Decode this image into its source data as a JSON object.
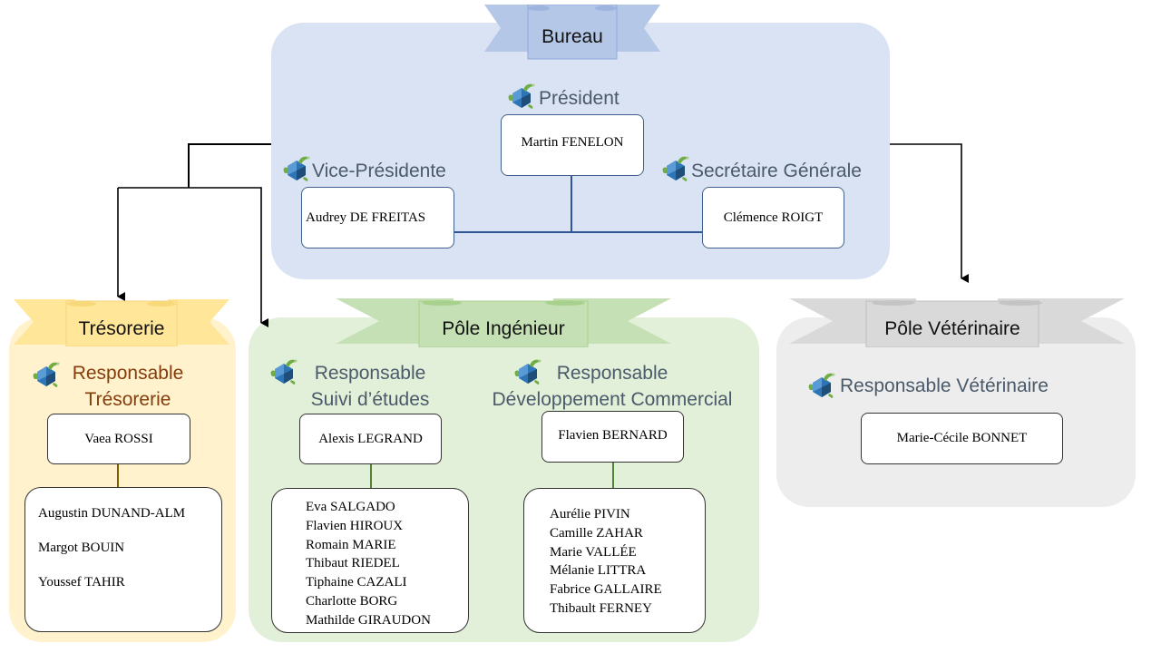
{
  "bureau": {
    "title": "Bureau",
    "president": {
      "role": "Président",
      "name": "Martin FENELON"
    },
    "vice_president": {
      "role": "Vice-Présidente",
      "name": "Audrey  DE FREITAS"
    },
    "secretary": {
      "role": "Secrétaire Générale",
      "name": "Clémence ROIGT"
    }
  },
  "tresorerie": {
    "title": "Trésorerie",
    "responsable": {
      "role_line1": "Responsable",
      "role_line2": "Trésorerie",
      "name": "Vaea  ROSSI"
    },
    "members": [
      "Augustin  DUNAND-ALM",
      "Margot BOUIN",
      "Youssef TAHIR"
    ]
  },
  "pole_ingenieur": {
    "title": "Pôle Ingénieur",
    "suivi": {
      "role_line1": "Responsable",
      "role_line2": "Suivi d’études",
      "name": "Alexis LEGRAND",
      "members": [
        "Eva  SALGADO",
        "Flavien  HIROUX",
        "Romain  MARIE",
        "Thibaut  RIEDEL",
        "Tiphaine  CAZALI",
        "Charlotte  BORG",
        "Mathilde  GIRAUDON"
      ]
    },
    "dev": {
      "role_line1": "Responsable",
      "role_line2": "Développement Commercial",
      "name": "Flavien  BERNARD",
      "members": [
        "Aurélie  PIVIN",
        "Camille  ZAHAR",
        "Marie  VALLÉE",
        "Mélanie  LITTRA",
        "Fabrice  GALLAIRE",
        "Thibault  FERNEY"
      ]
    }
  },
  "pole_veterinaire": {
    "title": "Pôle Vétérinaire",
    "responsable": {
      "role": "Responsable Vétérinaire",
      "name": "Marie-Cécile BONNET"
    }
  },
  "colors": {
    "bureau_panel": "#dae3f3",
    "bureau_ribbon": "#b4c7e7",
    "treso_panel": "#fff2cc",
    "treso_ribbon": "#ffe699",
    "ing_panel": "#e2f0d9",
    "ing_ribbon": "#c5e0b4",
    "vet_panel": "#ededed",
    "vet_ribbon": "#d9d9d9"
  },
  "icon": "turtle-logo-icon"
}
